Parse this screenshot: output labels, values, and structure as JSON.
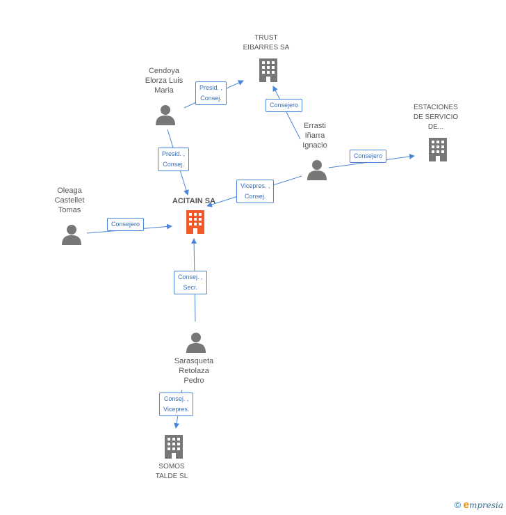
{
  "nodes": {
    "trust": {
      "lines": [
        "TRUST",
        "EIBARRES SA"
      ],
      "type": "company"
    },
    "cendoya": {
      "lines": [
        "Cendoya",
        "Elorza Luis",
        "Maria"
      ],
      "type": "person"
    },
    "estaciones": {
      "lines": [
        "ESTACIONES",
        "DE SERVICIO",
        "DE..."
      ],
      "type": "company"
    },
    "errasti": {
      "lines": [
        "Errasti",
        "Iñarra",
        "Ignacio"
      ],
      "type": "person"
    },
    "acitain": {
      "lines": [
        "ACITAIN SA"
      ],
      "type": "company-main"
    },
    "oleaga": {
      "lines": [
        "Oleaga",
        "Castellet",
        "Tomas"
      ],
      "type": "person"
    },
    "sarasqueta": {
      "lines": [
        "Sarasqueta",
        "Retolaza",
        "Pedro"
      ],
      "type": "person"
    },
    "somos": {
      "lines": [
        "SOMOS",
        "TALDE SL"
      ],
      "type": "company"
    }
  },
  "edges": {
    "cendoya_trust": [
      "Presid. ,",
      "Consej."
    ],
    "errasti_trust": [
      "Consejero"
    ],
    "errasti_estaciones": [
      "Consejero"
    ],
    "cendoya_acitain": [
      "Presid. ,",
      "Consej."
    ],
    "errasti_acitain": [
      "Vicepres. ,",
      "Consej."
    ],
    "oleaga_acitain": [
      "Consejero"
    ],
    "sarasqueta_acitain": [
      "Consej. ,",
      "Secr."
    ],
    "sarasqueta_somos": [
      "Consej. ,",
      "Vicepres."
    ]
  },
  "colors": {
    "edge": "#4a86d8",
    "icon": "#777777",
    "main_icon": "#f05a28"
  },
  "footer": {
    "copyright": "©",
    "brand_e": "e",
    "brand_rest": "mpresia"
  }
}
